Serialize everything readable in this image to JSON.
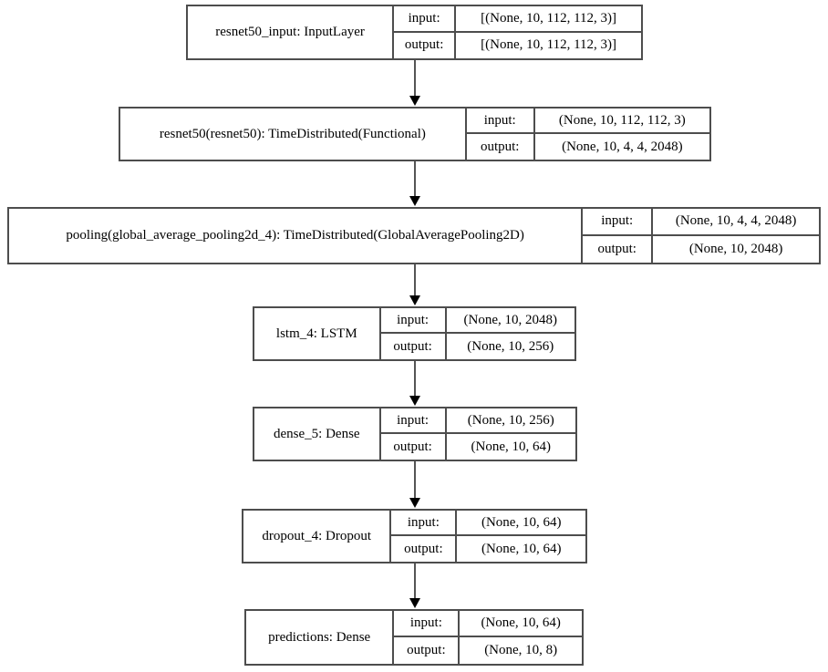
{
  "diagram": {
    "title": "Keras model architecture graph",
    "io_labels": {
      "input": "input:",
      "output": "output:"
    },
    "colors": {
      "box_border": "#4d4d4d",
      "edge_line": "#555555",
      "arrow_head": "#000000",
      "background": "#ffffff",
      "text": "#000000"
    },
    "nodes": [
      {
        "name": "resnet50_input: InputLayer",
        "input": "[(None, 10, 112, 112, 3)]",
        "output": "[(None, 10, 112, 112, 3)]"
      },
      {
        "name": "resnet50(resnet50): TimeDistributed(Functional)",
        "input": "(None, 10, 112, 112, 3)",
        "output": "(None, 10, 4, 4, 2048)"
      },
      {
        "name": "pooling(global_average_pooling2d_4): TimeDistributed(GlobalAveragePooling2D)",
        "input": "(None, 10, 4, 4, 2048)",
        "output": "(None, 10, 2048)"
      },
      {
        "name": "lstm_4: LSTM",
        "input": "(None, 10, 2048)",
        "output": "(None, 10, 256)"
      },
      {
        "name": "dense_5: Dense",
        "input": "(None, 10, 256)",
        "output": "(None, 10, 64)"
      },
      {
        "name": "dropout_4: Dropout",
        "input": "(None, 10, 64)",
        "output": "(None, 10, 64)"
      },
      {
        "name": "predictions: Dense",
        "input": "(None, 10, 64)",
        "output": "(None, 10, 8)"
      }
    ],
    "edges": [
      {
        "from": "resnet50_input: InputLayer",
        "to": "resnet50(resnet50): TimeDistributed(Functional)"
      },
      {
        "from": "resnet50(resnet50): TimeDistributed(Functional)",
        "to": "pooling(global_average_pooling2d_4): TimeDistributed(GlobalAveragePooling2D)"
      },
      {
        "from": "pooling(global_average_pooling2d_4): TimeDistributed(GlobalAveragePooling2D)",
        "to": "lstm_4: LSTM"
      },
      {
        "from": "lstm_4: LSTM",
        "to": "dense_5: Dense"
      },
      {
        "from": "dense_5: Dense",
        "to": "dropout_4: Dropout"
      },
      {
        "from": "dropout_4: Dropout",
        "to": "predictions: Dense"
      },
      {
        "from": "predictions: Dense",
        "to": ""
      }
    ]
  }
}
